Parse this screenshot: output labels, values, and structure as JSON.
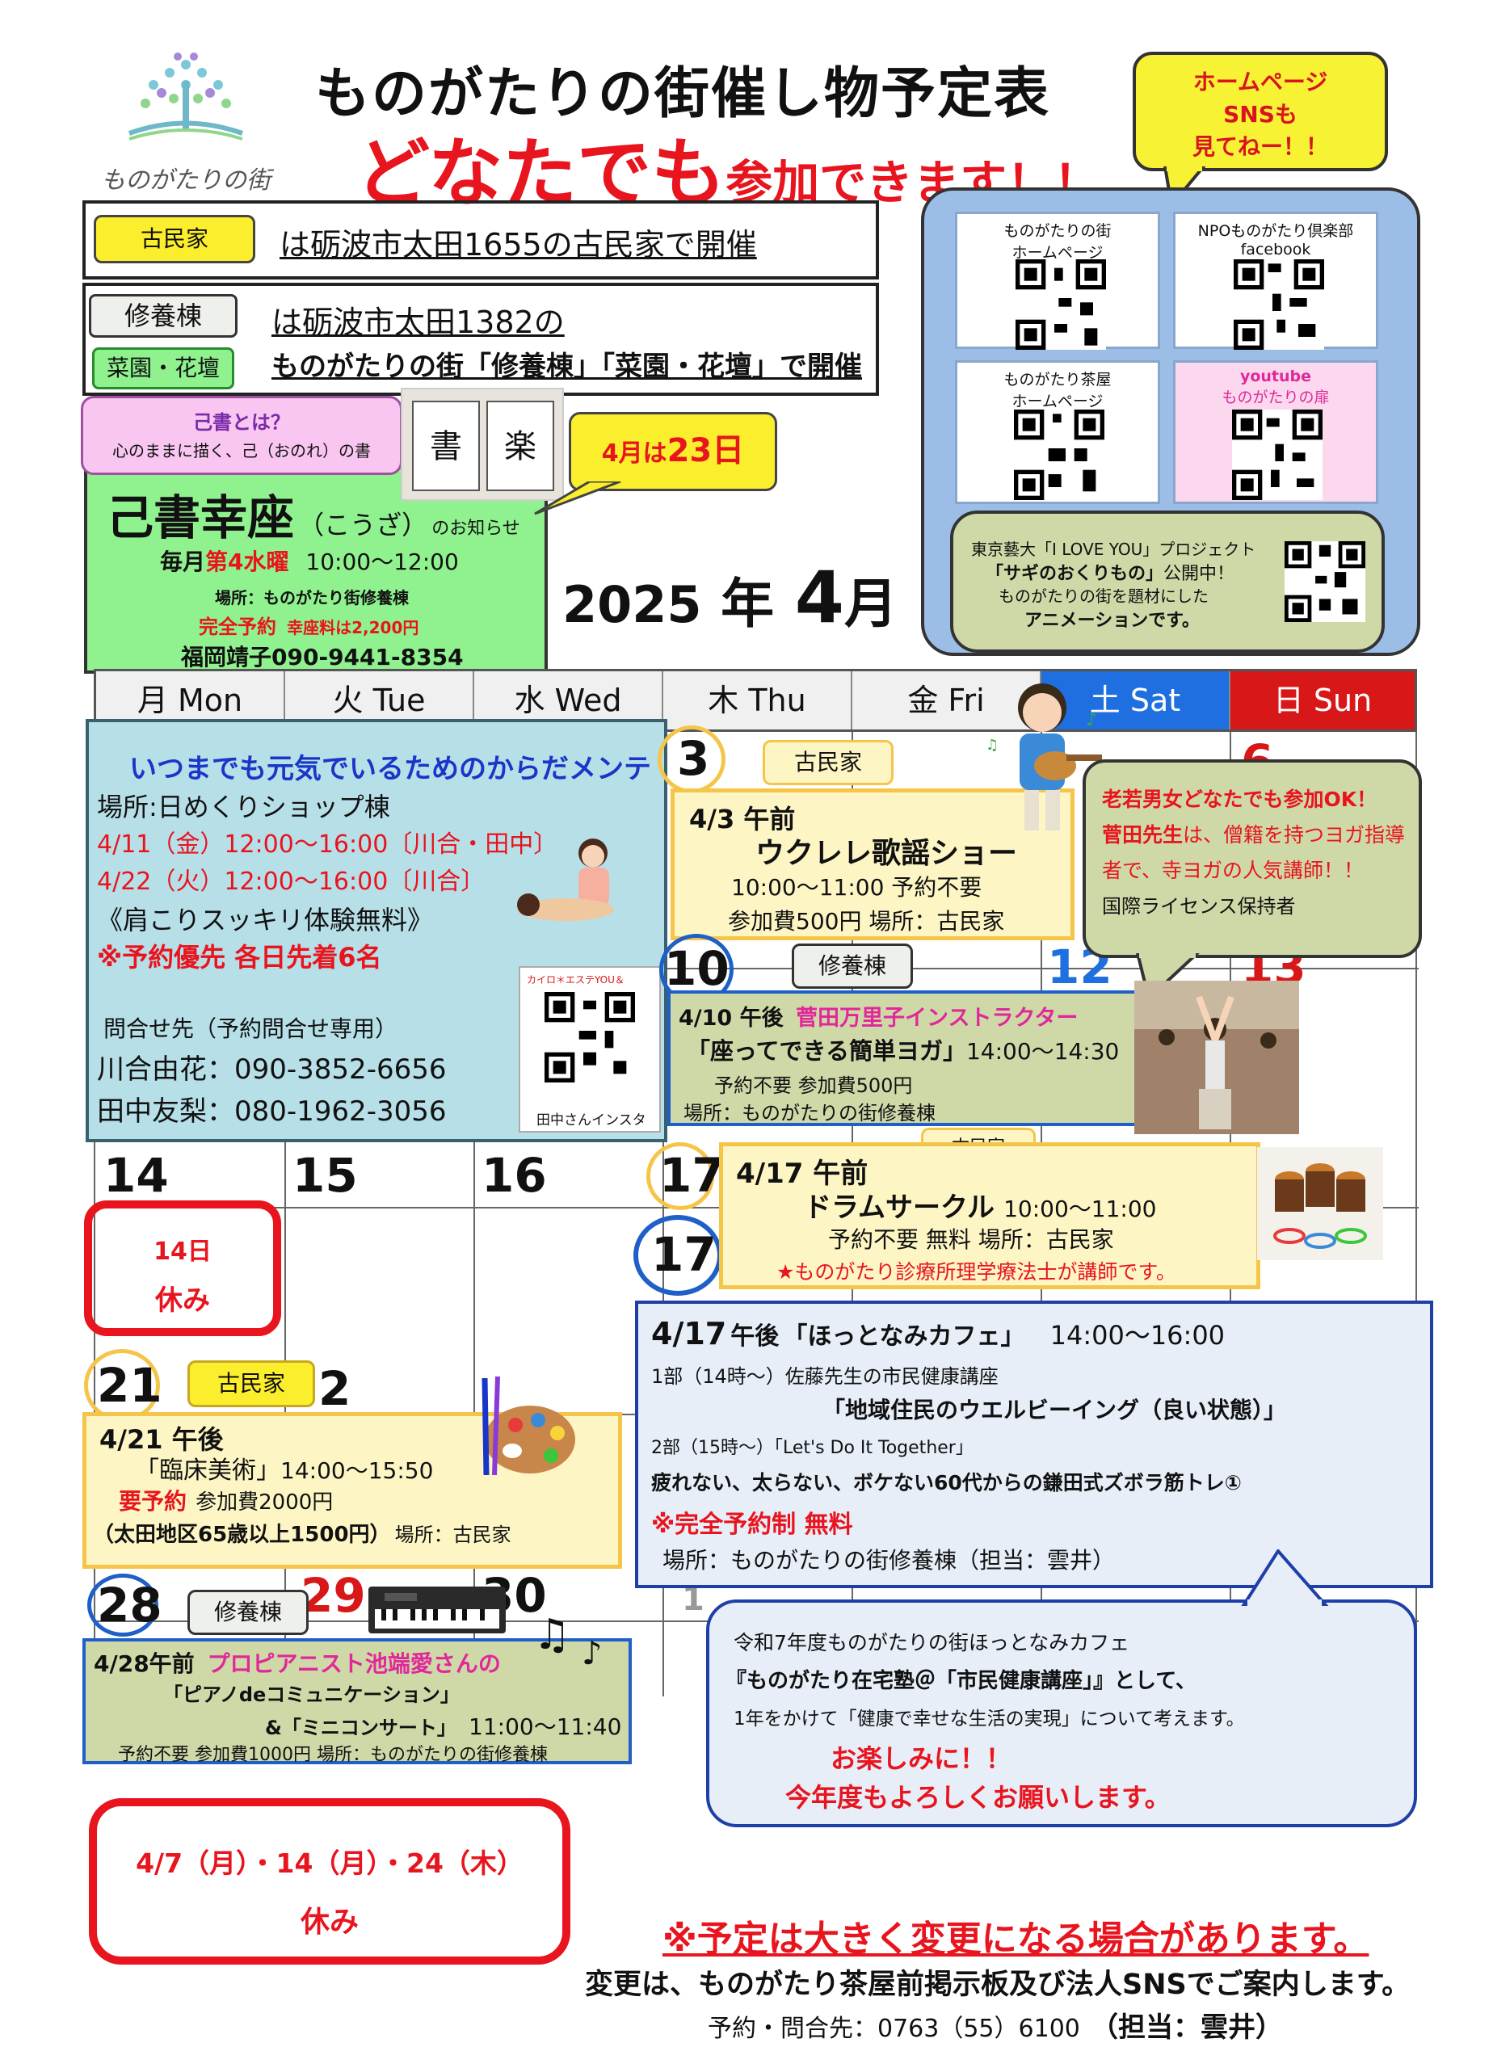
{
  "logo": {
    "text": "ものがたりの街"
  },
  "header": {
    "title": "ものがたりの街催し物予定表",
    "subtitle_big": "どなたでも",
    "subtitle_rest": "参加できます！！"
  },
  "sns_bubble": {
    "line1": "ホームページ",
    "line2": "SNSも",
    "line3": "見てねー！！"
  },
  "venues": {
    "kominka_tag": "古民家",
    "kominka_text": "は砺波市太田1655の古民家で開催",
    "shuyoto_tag": "修養棟",
    "saien_tag": "菜園・花壇",
    "shuyoto_line1": "は砺波市太田1382の",
    "shuyoto_line2": "ものがたりの街「修養棟」「菜園・花壇」で開催"
  },
  "qr_panel": {
    "cells": [
      {
        "line1": "ものがたりの街",
        "line2": "ホームページ"
      },
      {
        "line1": "NPOものがたり倶楽部",
        "line2": "facebook"
      },
      {
        "line1": "ものがたり茶屋",
        "line2": "ホームページ"
      },
      {
        "line1": "youtube",
        "line2": "ものがたりの扉"
      }
    ],
    "bottom_line1": "東京藝大「I LOVE YOU」プロジェクト",
    "bottom_line2a": "「サギのおくりもの」",
    "bottom_line2b": "公開中！",
    "bottom_line3": "ものがたりの街を題材にした",
    "bottom_line4": "アニメーションです。"
  },
  "koza": {
    "bubble_q": "己書とは？",
    "bubble_a": "心のままに描く、己（おのれ）の書",
    "date_bubble_a": "4月は",
    "date_bubble_b": "23日",
    "title": "己書幸座",
    "reading": "（こうざ）",
    "notice": "のお知らせ",
    "schedule_a": "毎月",
    "schedule_b": "第4水曜",
    "schedule_time": "10:00～12:00",
    "place": "場所：ものがたり街修養棟",
    "reserve": "完全予約",
    "fee": "幸座料は2,200円",
    "contact": "福岡靖子090-9441-8354"
  },
  "month": {
    "year": "2025",
    "nen": "年",
    "month": "4",
    "gatsu": "月"
  },
  "weekdays": [
    "月 Mon",
    "火 Tue",
    "水 Wed",
    "木 Thu",
    "金 Fri",
    "土 Sat",
    "日 Sun"
  ],
  "maintenance": {
    "title": "いつまでも元気でいるためのからだメンテ",
    "place": "場所:日めくりショップ棟",
    "d1": "4/11（金）12:00～16:00〔川合・田中〕",
    "d2": "4/22（火）12:00～16:00〔川合〕",
    "trial": "《肩こりスッキリ体験無料》",
    "priority": "※予約優先 各日先着6名",
    "inquiry": "問合せ先（予約問合せ専用）",
    "c1": "川合由花：090-3852-6656",
    "c2": "田中友梨：080-1962-3056",
    "qr_top": "カイロ＊エステYOU＆",
    "qr_caption": "田中さんインスタ"
  },
  "days": {
    "d3": "3",
    "d6": "6",
    "d10": "10",
    "d12": "12",
    "d13": "13",
    "d14": "14",
    "d15": "15",
    "d16": "16",
    "d17": "17",
    "d21": "21",
    "d22": "2",
    "d28": "28",
    "d29": "29",
    "d30": "30",
    "d1": "1"
  },
  "ukulele": {
    "tag": "古民家",
    "date": "4/3 午前",
    "title": "ウクレレ歌謡ショー",
    "time": "10:00～11:00 予約不要",
    "fee": "参加費500円 場所：古民家"
  },
  "yoga_bubble": {
    "line1": "老若男女どなたでも参加OK！",
    "line2a": "菅田先生",
    "line2b": "は、僧籍を持つヨガ指導",
    "line3": "者で、寺ヨガの人気講師！！",
    "line4": "国際ライセンス保持者"
  },
  "yoga": {
    "tag": "修養棟",
    "date": "4/10 午後",
    "instructor": "菅田万里子インストラクター",
    "title": "「座ってできる簡単ヨガ」",
    "time": "14:00～14:30",
    "fee": "予約不要 参加費500円",
    "place": "場所：ものがたりの街修養棟"
  },
  "holiday14": {
    "line1": "14日",
    "line2": "休み"
  },
  "drum": {
    "tag": "古民家",
    "date": "4/17 午前",
    "title": "ドラムサークル",
    "time": "10:00～11:00",
    "fee": "予約不要 無料 場所：古民家",
    "note": "★ものがたり診療所理学療法士が講師です。"
  },
  "cafe": {
    "date": "4/17",
    "pm": "午後",
    "title": "「ほっとなみカフェ」",
    "time": "14:00～16:00",
    "part1": "1部（14時～）佐藤先生の市民健康講座",
    "part1_title": "「地域住民のウエルビーイング（良い状態）」",
    "part2": "2部（15時～）「Let's Do It Together」",
    "part2_desc": "疲れない、太らない、ボケない60代からの鎌田式ズボラ筋トレ①",
    "reserve": "※完全予約制 無料",
    "place": "場所：ものがたりの街修養棟（担当：雲井）"
  },
  "art": {
    "tag": "古民家",
    "date": "4/21 午後",
    "title": "「臨床美術」",
    "time": "14:00～15:50",
    "reserve": "要予約",
    "fee": "参加費2000円",
    "discount": "（太田地区65歳以上1500円）",
    "place": "場所：古民家"
  },
  "piano": {
    "tag": "修養棟",
    "date": "4/28午前",
    "pianist": "プロピアニスト池端愛さんの",
    "title1": "「ピアノdeコミュニケーション」",
    "title2": "&「ミニコンサート」",
    "time": "11:00～11:40",
    "fee": "予約不要 参加費1000円 場所：ものがたりの街修養棟"
  },
  "cafe_bubble": {
    "line1": "令和7年度ものがたりの街ほっとなみカフェ",
    "line2": "『ものがたり在宅塾＠「市民健康講座」』として、",
    "line3": "1年をかけて「健康で幸せな生活の実現」について考えます。",
    "line4": "お楽しみに！！",
    "line5": "今年度もよろしくお願いします。"
  },
  "holidays": {
    "line1": "4/7（月）・14（月）・24（木）",
    "line2": "休み"
  },
  "footer": {
    "warning": "※予定は大きく変更になる場合があります。",
    "notice": "変更は、ものがたり茶屋前掲示板及び法人SNSでご案内します。",
    "contact_label": "予約・問合先：",
    "contact_tel": "0763（55）6100",
    "contact_person": "（担当：雲井）"
  },
  "colors": {
    "red": "#e8141e",
    "pink": "#e0289a",
    "green_box": "#8ff28e",
    "blue_panel": "#9cbde6",
    "olive_panel": "#cfd9a8",
    "maint_bg": "#b7dfe8",
    "yellow": "#fdf6c4",
    "sat": "#1f6fe0",
    "sun": "#d81818"
  }
}
